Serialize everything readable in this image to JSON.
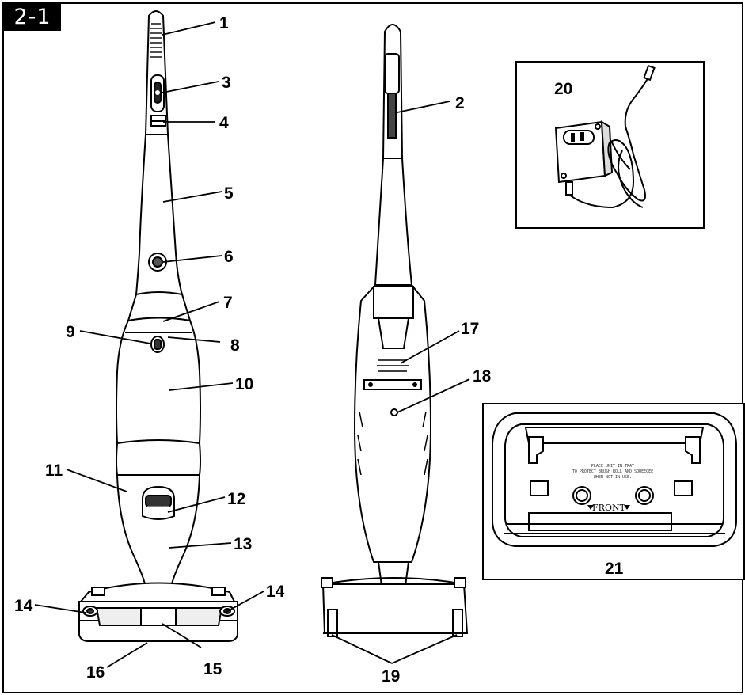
{
  "figure_id": "2-1",
  "callouts": [
    {
      "id": "c1",
      "label": "1"
    },
    {
      "id": "c2",
      "label": "2"
    },
    {
      "id": "c3",
      "label": "3"
    },
    {
      "id": "c4",
      "label": "4"
    },
    {
      "id": "c5",
      "label": "5"
    },
    {
      "id": "c6",
      "label": "6"
    },
    {
      "id": "c7",
      "label": "7"
    },
    {
      "id": "c8",
      "label": "8"
    },
    {
      "id": "c9",
      "label": "9"
    },
    {
      "id": "c10",
      "label": "10"
    },
    {
      "id": "c11",
      "label": "11"
    },
    {
      "id": "c12",
      "label": "12"
    },
    {
      "id": "c13",
      "label": "13"
    },
    {
      "id": "c14a",
      "label": "14"
    },
    {
      "id": "c14b",
      "label": "14"
    },
    {
      "id": "c15",
      "label": "15"
    },
    {
      "id": "c16",
      "label": "16"
    },
    {
      "id": "c17",
      "label": "17"
    },
    {
      "id": "c18",
      "label": "18"
    },
    {
      "id": "c19",
      "label": "19"
    },
    {
      "id": "c20",
      "label": "20"
    },
    {
      "id": "c21",
      "label": "21"
    }
  ],
  "charging_tray": {
    "front_label": "FRONT",
    "instruction_lines": [
      "PLACE UNIT IN TRAY",
      "TO PROTECT BRUSH ROLL AND SQUEEGEE",
      "WHEN NOT IN USE."
    ]
  }
}
